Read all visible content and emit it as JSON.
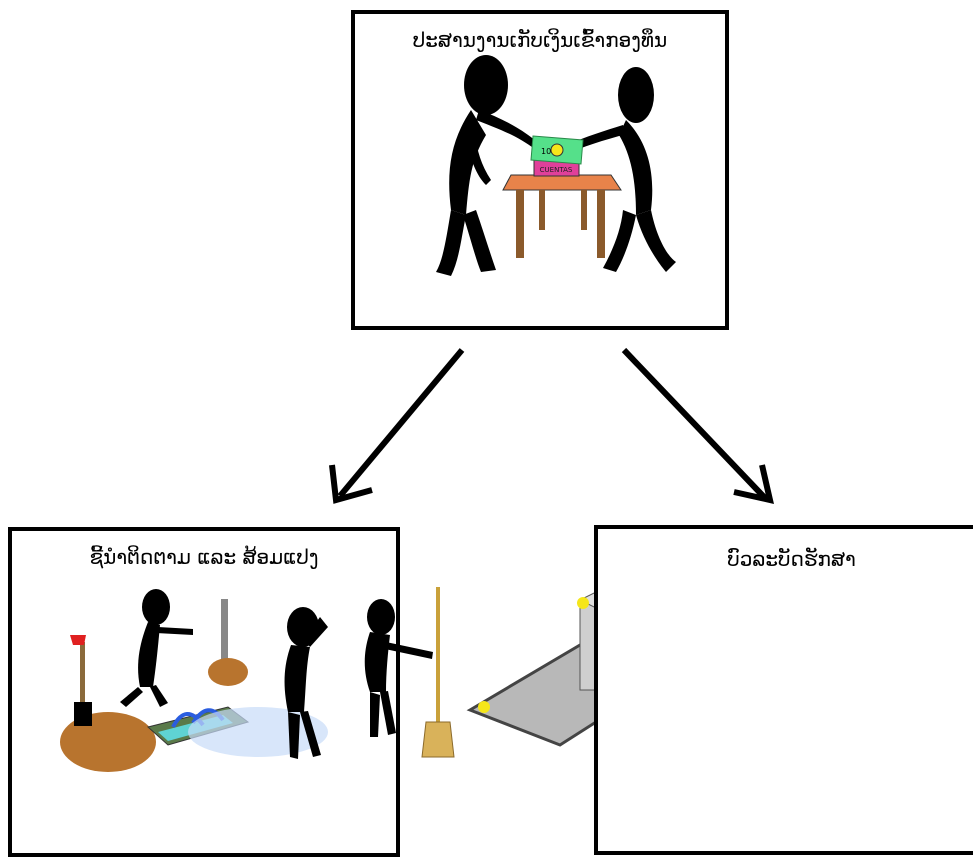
{
  "boxes": {
    "top": {
      "title": "ປະສານງານເກັບເງິນເຂົ້າກອງທຶນ"
    },
    "left": {
      "title": "ຊີ້ນຳຕິດຕາມ ແລະ ສ້ອມແປງ"
    },
    "right": {
      "title": "ບົວລະບັດຮັກສາ"
    }
  },
  "illustration": {
    "banknote_text": "10",
    "box_label": "CUENTAS"
  },
  "colors": {
    "border": "#000000",
    "table_top": "#e8834a",
    "table_legs": "#8b5a2b",
    "banknote": "#55e08a",
    "cash_box": "#e0409a",
    "soil": "#b8742e",
    "water": "#2a5de0",
    "platform": "#b8b8b8",
    "spark": "#f5e61a"
  }
}
